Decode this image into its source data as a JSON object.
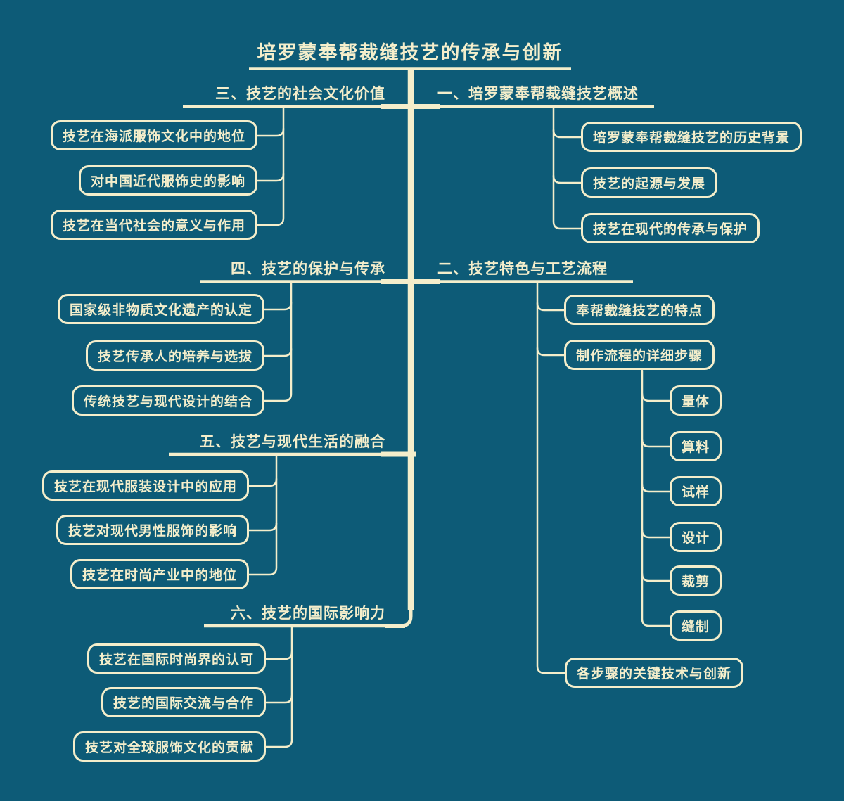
{
  "title": "培罗蒙奉帮裁缝技艺的传承与创新",
  "colors": {
    "background": "#0d5b77",
    "line": "#f4eecb",
    "text": "#f4eecb"
  },
  "branches": [
    {
      "label": "一、培罗蒙奉帮裁缝技艺概述",
      "children": [
        {
          "label": "培罗蒙奉帮裁缝技艺的历史背景"
        },
        {
          "label": "技艺的起源与发展"
        },
        {
          "label": "技艺在现代的传承与保护"
        }
      ]
    },
    {
      "label": "二、技艺特色与工艺流程",
      "children": [
        {
          "label": "奉帮裁缝技艺的特点"
        },
        {
          "label": "制作流程的详细步骤",
          "children": [
            {
              "label": "量体"
            },
            {
              "label": "算料"
            },
            {
              "label": "试样"
            },
            {
              "label": "设计"
            },
            {
              "label": "裁剪"
            },
            {
              "label": "缝制"
            }
          ]
        },
        {
          "label": "各步骤的关键技术与创新"
        }
      ]
    },
    {
      "label": "三、技艺的社会文化价值",
      "children": [
        {
          "label": "技艺在海派服饰文化中的地位"
        },
        {
          "label": "对中国近代服饰史的影响"
        },
        {
          "label": "技艺在当代社会的意义与作用"
        }
      ]
    },
    {
      "label": "四、技艺的保护与传承",
      "children": [
        {
          "label": "国家级非物质文化遗产的认定"
        },
        {
          "label": "技艺传承人的培养与选拔"
        },
        {
          "label": "传统技艺与现代设计的结合"
        }
      ]
    },
    {
      "label": "五、技艺与现代生活的融合",
      "children": [
        {
          "label": "技艺在现代服装设计中的应用"
        },
        {
          "label": "技艺对现代男性服饰的影响"
        },
        {
          "label": "技艺在时尚产业中的地位"
        }
      ]
    },
    {
      "label": "六、技艺的国际影响力",
      "children": [
        {
          "label": "技艺在国际时尚界的认可"
        },
        {
          "label": "技艺的国际交流与合作"
        },
        {
          "label": "技艺对全球服饰文化的贡献"
        }
      ]
    }
  ]
}
